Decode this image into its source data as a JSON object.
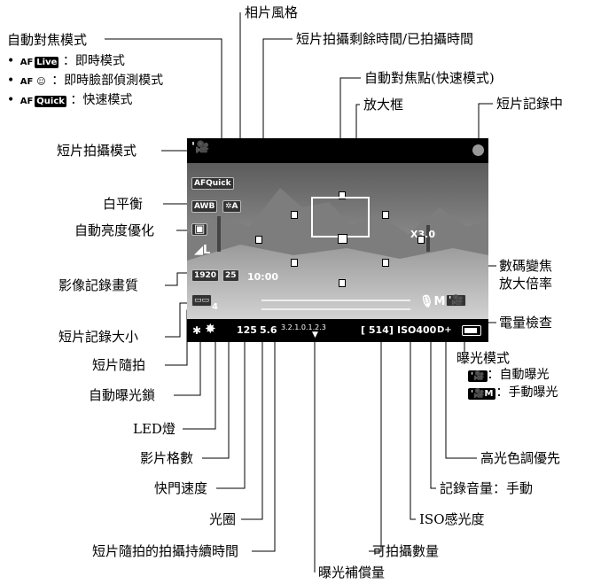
{
  "af_mode": {
    "title": "自動對焦模式",
    "items": [
      {
        "bullet": "•",
        "af": "AF",
        "chip": "Live",
        "text": "：即時模式"
      },
      {
        "bullet": "•",
        "af": "AF",
        "chip": "☺",
        "text": "：即時臉部偵測模式"
      },
      {
        "bullet": "•",
        "af": "AF",
        "chip": "Quick",
        "text": "：快速模式"
      }
    ]
  },
  "labels_left": {
    "movie_mode": "短片拍攝模式",
    "white_balance": "白平衡",
    "auto_lighting": "自動亮度優化",
    "image_quality": "影像記錄畫質",
    "movie_size": "短片記錄大小",
    "video_snapshot": "短片隨拍",
    "ae_lock": "自動曝光鎖",
    "led": "LED燈",
    "frame_rate": "影片格數",
    "shutter": "快門速度",
    "aperture": "光圈",
    "snapshot_duration": "短片隨拍的拍攝持續時間"
  },
  "labels_top": {
    "picture_style": "相片風格",
    "remaining_time": "短片拍攝剩餘時間/已拍攝時間",
    "af_point": "自動對焦點(快速模式)",
    "magnify_frame": "放大框",
    "recording": "短片記錄中"
  },
  "labels_right": {
    "digital_zoom_1": "數碼變焦",
    "digital_zoom_2": "放大倍率",
    "battery": "電量檢查",
    "exposure_mode": "曝光模式",
    "exp_auto_icon": "'🎥",
    "exp_auto": "：自動曝光",
    "exp_manual_icon": "'🎥M",
    "exp_manual": "：手動曝光",
    "highlight_tone": "高光色調優先",
    "audio_manual": "記錄音量：手動",
    "iso": "ISO感光度",
    "shots": "可拍攝數量",
    "exp_comp": "曝光補償量"
  },
  "screen": {
    "af_quick": "AFQuick",
    "awb": "AWB",
    "picture_style": "✲A",
    "quality": "◢L",
    "size_1920": "1920",
    "fps": "25",
    "time": "10:00",
    "snapshot_4": "4",
    "ae_lock": "✱",
    "led": "✸",
    "shutter": "125",
    "aperture": "5.6",
    "exp_scale": "3.2.1.0.1.2.3",
    "shots": "[ 514]",
    "iso_label": "ISO",
    "iso_val": "400",
    "d_plus": "D+",
    "zoom": "X3.0",
    "mic": "M"
  }
}
